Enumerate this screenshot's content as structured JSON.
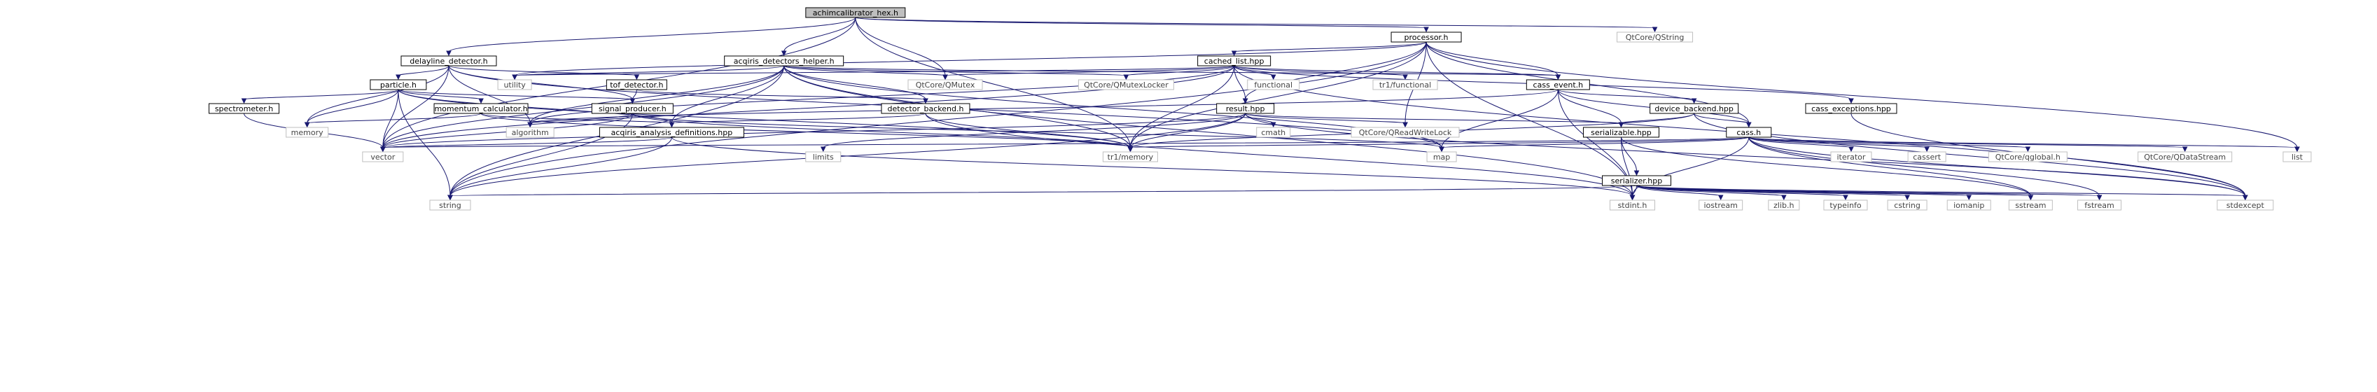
{
  "root_label": "achimcalibrator_hex.h",
  "nodes": [
    {
      "id": "achim",
      "label": "achimcalibrator_hex.h",
      "kind": "root"
    },
    {
      "id": "processor",
      "label": "processor.h",
      "kind": "project"
    },
    {
      "id": "qstring",
      "label": "QtCore/QString",
      "kind": "system"
    },
    {
      "id": "delayline",
      "label": "delayline_detector.h",
      "kind": "project"
    },
    {
      "id": "acqhelper",
      "label": "acqiris_detectors_helper.h",
      "kind": "project"
    },
    {
      "id": "cachedlist",
      "label": "cached_list.hpp",
      "kind": "project"
    },
    {
      "id": "utility",
      "label": "utility",
      "kind": "system"
    },
    {
      "id": "particle",
      "label": "particle.h",
      "kind": "project"
    },
    {
      "id": "tofdet",
      "label": "tof_detector.h",
      "kind": "project"
    },
    {
      "id": "qmutex",
      "label": "QtCore/QMutex",
      "kind": "system"
    },
    {
      "id": "qmutexlocker",
      "label": "QtCore/QMutexLocker",
      "kind": "system"
    },
    {
      "id": "functional",
      "label": "functional",
      "kind": "system"
    },
    {
      "id": "tr1functional",
      "label": "tr1/functional",
      "kind": "system"
    },
    {
      "id": "cassevent",
      "label": "cass_event.h",
      "kind": "project"
    },
    {
      "id": "cassexc",
      "label": "cass_exceptions.hpp",
      "kind": "project"
    },
    {
      "id": "spectrometer",
      "label": "spectrometer.h",
      "kind": "project"
    },
    {
      "id": "momentum",
      "label": "momentum_calculator.h",
      "kind": "project"
    },
    {
      "id": "signalprod",
      "label": "signal_producer.h",
      "kind": "project"
    },
    {
      "id": "detbackend",
      "label": "detector_backend.h",
      "kind": "project"
    },
    {
      "id": "result",
      "label": "result.hpp",
      "kind": "project"
    },
    {
      "id": "devbackend",
      "label": "device_backend.hpp",
      "kind": "project"
    },
    {
      "id": "memory",
      "label": "memory",
      "kind": "system"
    },
    {
      "id": "algorithm",
      "label": "algorithm",
      "kind": "system"
    },
    {
      "id": "acqdefs",
      "label": "acqiris_analysis_definitions.hpp",
      "kind": "project"
    },
    {
      "id": "cmath",
      "label": "cmath",
      "kind": "system"
    },
    {
      "id": "qrwlock",
      "label": "QtCore/QReadWriteLock",
      "kind": "system"
    },
    {
      "id": "serializable",
      "label": "serializable.hpp",
      "kind": "project"
    },
    {
      "id": "cassh",
      "label": "cass.h",
      "kind": "project"
    },
    {
      "id": "vector",
      "label": "vector",
      "kind": "system"
    },
    {
      "id": "limits",
      "label": "limits",
      "kind": "system"
    },
    {
      "id": "tr1memory",
      "label": "tr1/memory",
      "kind": "system"
    },
    {
      "id": "map",
      "label": "map",
      "kind": "system"
    },
    {
      "id": "iterator",
      "label": "iterator",
      "kind": "system"
    },
    {
      "id": "cassert",
      "label": "cassert",
      "kind": "system"
    },
    {
      "id": "qglobal",
      "label": "QtCore/qglobal.h",
      "kind": "system"
    },
    {
      "id": "qdatastream",
      "label": "QtCore/QDataStream",
      "kind": "system"
    },
    {
      "id": "list",
      "label": "list",
      "kind": "system"
    },
    {
      "id": "serializer",
      "label": "serializer.hpp",
      "kind": "project"
    },
    {
      "id": "string",
      "label": "string",
      "kind": "system"
    },
    {
      "id": "stdint",
      "label": "stdint.h",
      "kind": "system"
    },
    {
      "id": "iostream",
      "label": "iostream",
      "kind": "system"
    },
    {
      "id": "zlib",
      "label": "zlib.h",
      "kind": "system"
    },
    {
      "id": "typeinfo",
      "label": "typeinfo",
      "kind": "system"
    },
    {
      "id": "cstring",
      "label": "cstring",
      "kind": "system"
    },
    {
      "id": "iomanip",
      "label": "iomanip",
      "kind": "system"
    },
    {
      "id": "sstream",
      "label": "sstream",
      "kind": "system"
    },
    {
      "id": "fstream",
      "label": "fstream",
      "kind": "system"
    },
    {
      "id": "stdexcept",
      "label": "stdexcept",
      "kind": "system"
    }
  ],
  "edges": [
    [
      "achim",
      "processor"
    ],
    [
      "achim",
      "qstring"
    ],
    [
      "achim",
      "delayline"
    ],
    [
      "achim",
      "acqhelper"
    ],
    [
      "achim",
      "qmutex"
    ],
    [
      "achim",
      "vector"
    ],
    [
      "achim",
      "tr1memory"
    ],
    [
      "processor",
      "cachedlist"
    ],
    [
      "processor",
      "utility"
    ],
    [
      "processor",
      "string"
    ],
    [
      "processor",
      "cassevent"
    ],
    [
      "processor",
      "result"
    ],
    [
      "processor",
      "qrwlock"
    ],
    [
      "processor",
      "cassh"
    ],
    [
      "processor",
      "list"
    ],
    [
      "processor",
      "tr1memory"
    ],
    [
      "processor",
      "stdint"
    ],
    [
      "delayline",
      "particle"
    ],
    [
      "delayline",
      "tofdet"
    ],
    [
      "delayline",
      "vector"
    ],
    [
      "delayline",
      "memory"
    ],
    [
      "delayline",
      "signalprod"
    ],
    [
      "delayline",
      "map"
    ],
    [
      "delayline",
      "algorithm"
    ],
    [
      "acqhelper",
      "utility"
    ],
    [
      "acqhelper",
      "qmutex"
    ],
    [
      "acqhelper",
      "qmutexlocker"
    ],
    [
      "acqhelper",
      "cassevent"
    ],
    [
      "acqhelper",
      "detbackend"
    ],
    [
      "acqhelper",
      "acqdefs"
    ],
    [
      "acqhelper",
      "map"
    ],
    [
      "acqhelper",
      "tr1memory"
    ],
    [
      "acqhelper",
      "stdint"
    ],
    [
      "acqhelper",
      "vector"
    ],
    [
      "acqhelper",
      "string"
    ],
    [
      "acqhelper",
      "algorithm"
    ],
    [
      "cachedlist",
      "utility"
    ],
    [
      "cachedlist",
      "qmutex"
    ],
    [
      "cachedlist",
      "qmutexlocker"
    ],
    [
      "cachedlist",
      "functional"
    ],
    [
      "cachedlist",
      "tr1functional"
    ],
    [
      "cachedlist",
      "cassevent"
    ],
    [
      "cachedlist",
      "cassexc"
    ],
    [
      "cachedlist",
      "result"
    ],
    [
      "cachedlist",
      "vector"
    ],
    [
      "cachedlist",
      "tr1memory"
    ],
    [
      "cachedlist",
      "algorithm"
    ],
    [
      "cachedlist",
      "stdexcept"
    ],
    [
      "particle",
      "spectrometer"
    ],
    [
      "particle",
      "momentum"
    ],
    [
      "particle",
      "signalprod"
    ],
    [
      "particle",
      "acqdefs"
    ],
    [
      "particle",
      "vector"
    ],
    [
      "particle",
      "memory"
    ],
    [
      "particle",
      "string"
    ],
    [
      "particle",
      "tr1memory"
    ],
    [
      "tofdet",
      "signalprod"
    ],
    [
      "tofdet",
      "detbackend"
    ],
    [
      "cassevent",
      "devbackend"
    ],
    [
      "cassevent",
      "serializable"
    ],
    [
      "cassevent",
      "cassh"
    ],
    [
      "cassevent",
      "stdint"
    ],
    [
      "cassevent",
      "map"
    ],
    [
      "cassevent",
      "algorithm"
    ],
    [
      "cassexc",
      "stdexcept"
    ],
    [
      "spectrometer",
      "vector"
    ],
    [
      "momentum",
      "memory"
    ],
    [
      "momentum",
      "acqdefs"
    ],
    [
      "momentum",
      "tr1memory"
    ],
    [
      "signalprod",
      "vector"
    ],
    [
      "signalprod",
      "string"
    ],
    [
      "signalprod",
      "map"
    ],
    [
      "signalprod",
      "algorithm"
    ],
    [
      "signalprod",
      "tr1memory"
    ],
    [
      "detbackend",
      "tr1memory"
    ],
    [
      "detbackend",
      "stdint"
    ],
    [
      "detbackend",
      "acqdefs"
    ],
    [
      "result",
      "cmath"
    ],
    [
      "result",
      "qrwlock"
    ],
    [
      "result",
      "serializable"
    ],
    [
      "result",
      "vector"
    ],
    [
      "result",
      "limits"
    ],
    [
      "result",
      "tr1memory"
    ],
    [
      "result",
      "string"
    ],
    [
      "result",
      "stdexcept"
    ],
    [
      "devbackend",
      "serializable"
    ],
    [
      "devbackend",
      "cassh"
    ],
    [
      "devbackend",
      "tr1memory"
    ],
    [
      "devbackend",
      "stdexcept"
    ],
    [
      "acqdefs",
      "vector"
    ],
    [
      "acqdefs",
      "string"
    ],
    [
      "acqdefs",
      "stdint"
    ],
    [
      "serializable",
      "serializer"
    ],
    [
      "serializable",
      "sstream"
    ],
    [
      "serializable",
      "stdint"
    ],
    [
      "cassh",
      "vector"
    ],
    [
      "cassh",
      "map"
    ],
    [
      "cassh",
      "iterator"
    ],
    [
      "cassh",
      "cassert"
    ],
    [
      "cassh",
      "qglobal"
    ],
    [
      "cassh",
      "qdatastream"
    ],
    [
      "cassh",
      "list"
    ],
    [
      "cassh",
      "tr1memory"
    ],
    [
      "cassh",
      "stdint"
    ],
    [
      "cassh",
      "sstream"
    ],
    [
      "cassh",
      "fstream"
    ],
    [
      "cassh",
      "stdexcept"
    ],
    [
      "serializer",
      "string"
    ],
    [
      "serializer",
      "stdint"
    ],
    [
      "serializer",
      "iostream"
    ],
    [
      "serializer",
      "zlib"
    ],
    [
      "serializer",
      "typeinfo"
    ],
    [
      "serializer",
      "cstring"
    ],
    [
      "serializer",
      "iomanip"
    ],
    [
      "serializer",
      "sstream"
    ],
    [
      "serializer",
      "fstream"
    ],
    [
      "serializer",
      "stdexcept"
    ]
  ]
}
